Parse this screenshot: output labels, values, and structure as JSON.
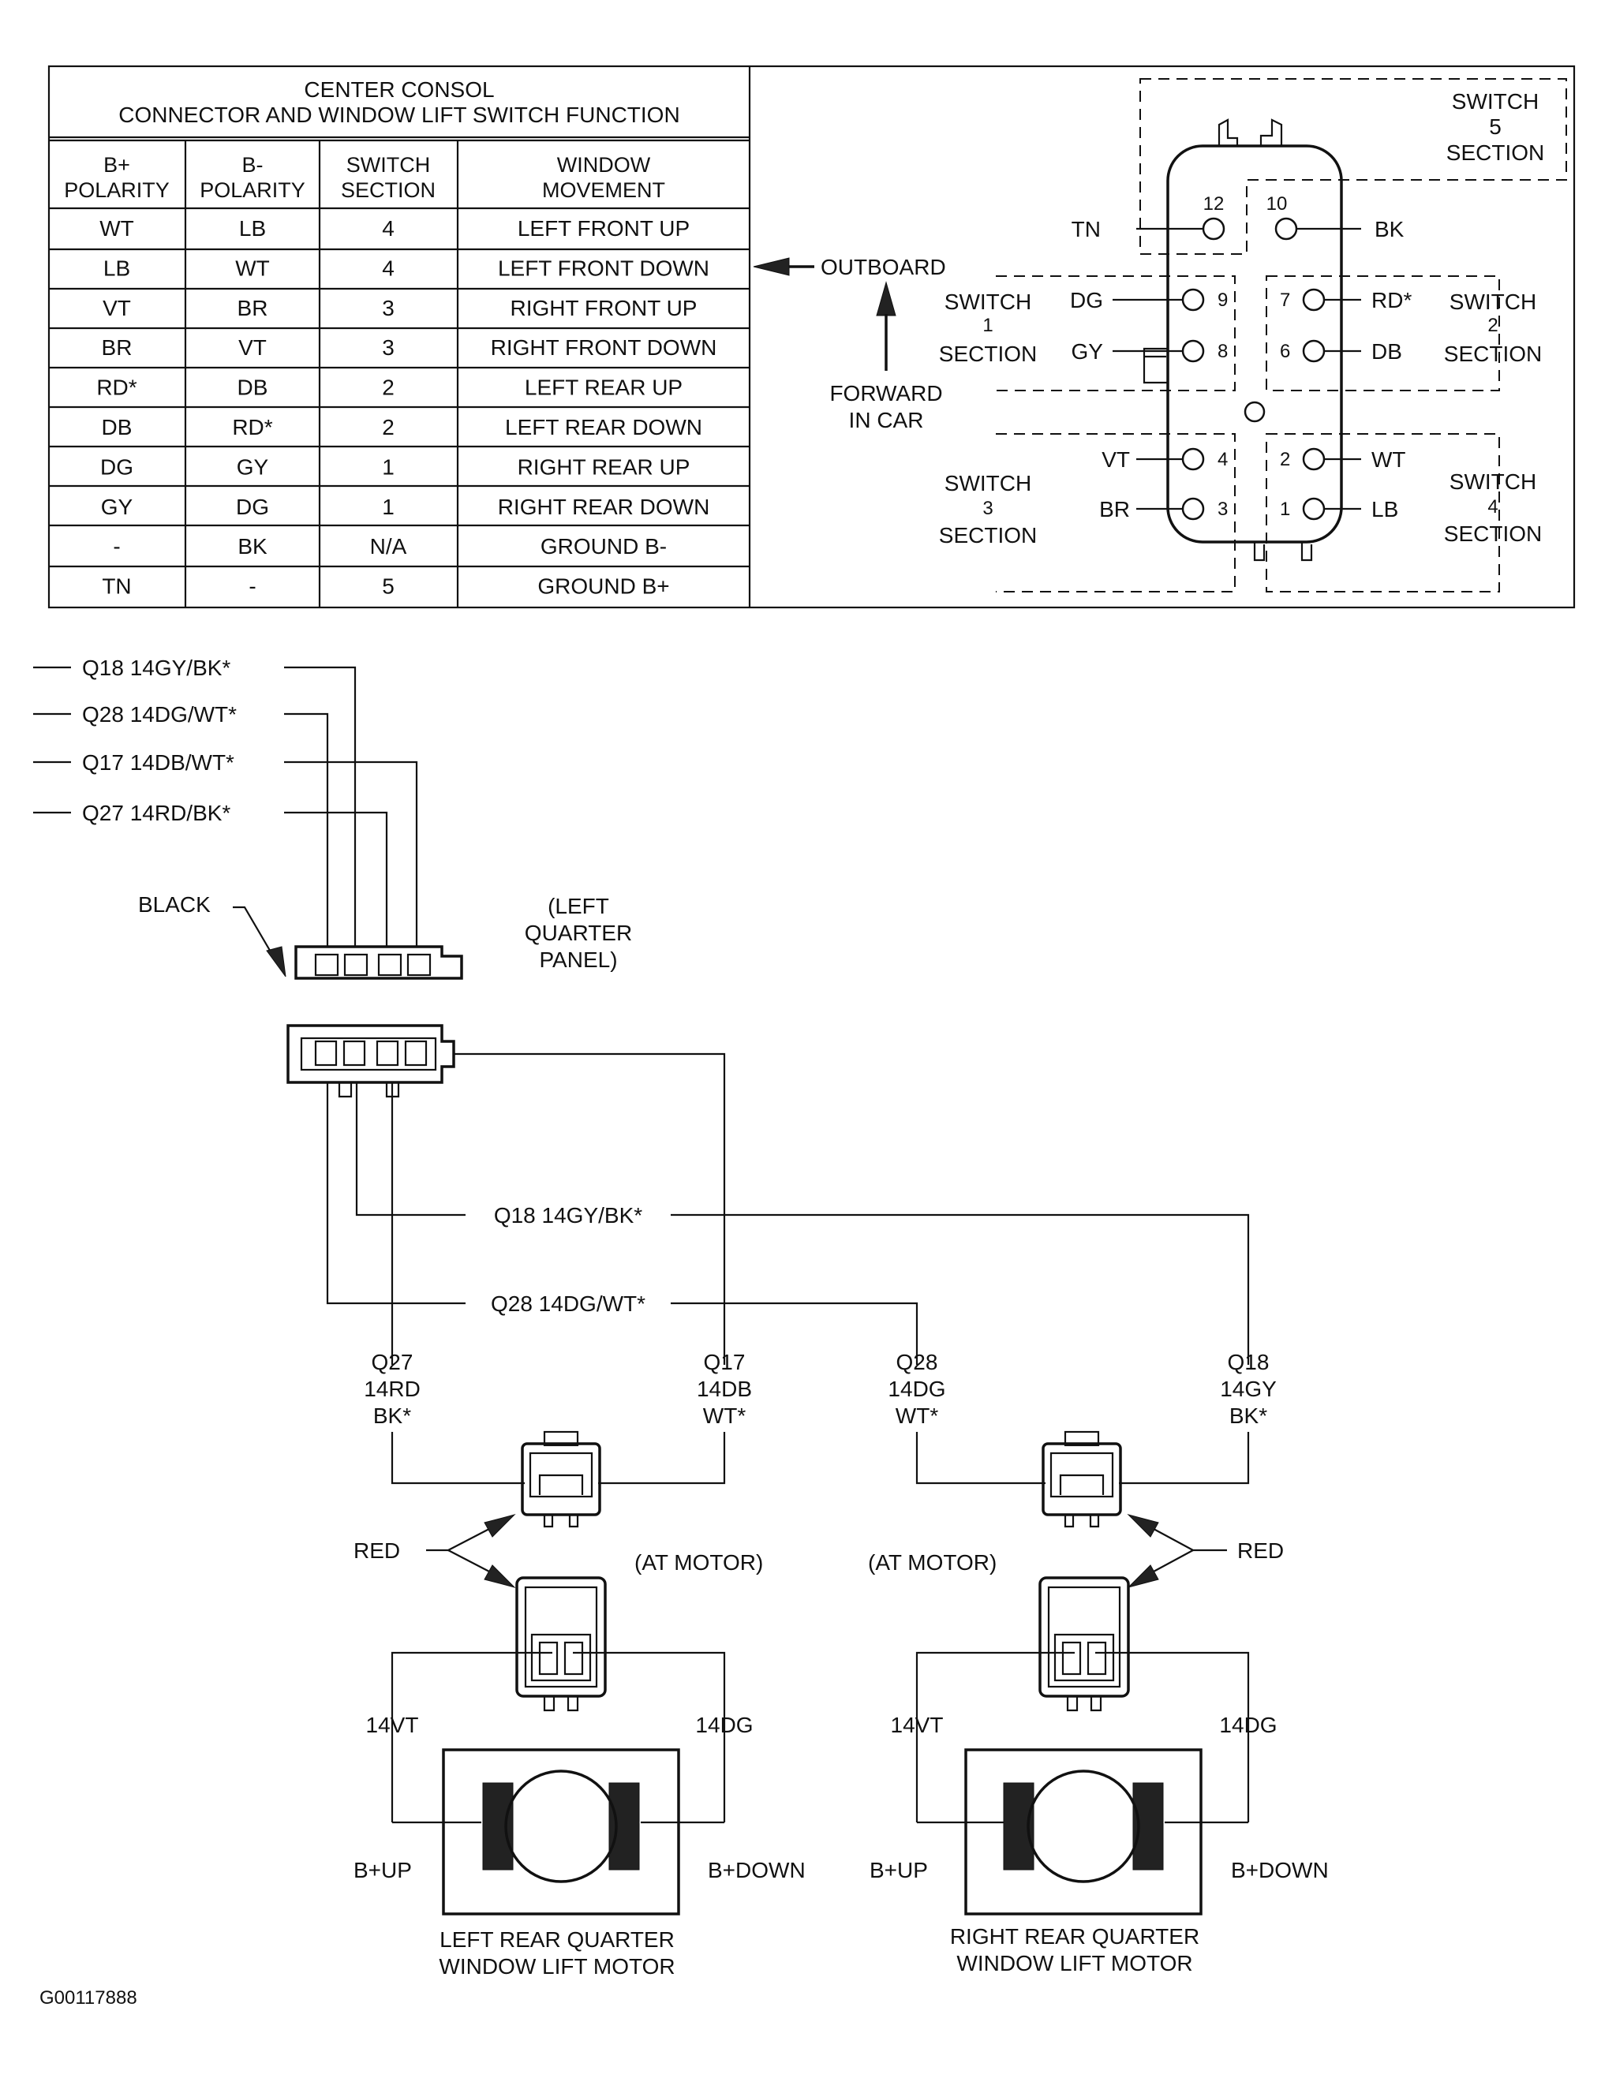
{
  "table": {
    "title_line1": "CENTER CONSOL",
    "title_line2": "CONNECTOR AND WINDOW LIFT SWITCH FUNCTION",
    "headers": [
      [
        "B+",
        "POLARITY"
      ],
      [
        "B-",
        "POLARITY"
      ],
      [
        "SWITCH",
        "SECTION"
      ],
      [
        "WINDOW",
        "MOVEMENT"
      ]
    ],
    "rows": [
      [
        "WT",
        "LB",
        "4",
        "LEFT FRONT UP"
      ],
      [
        "LB",
        "WT",
        "4",
        "LEFT FRONT DOWN"
      ],
      [
        "VT",
        "BR",
        "3",
        "RIGHT FRONT UP"
      ],
      [
        "BR",
        "VT",
        "3",
        "RIGHT FRONT DOWN"
      ],
      [
        "RD*",
        "DB",
        "2",
        "LEFT REAR UP"
      ],
      [
        "DB",
        "RD*",
        "2",
        "LEFT REAR DOWN"
      ],
      [
        "DG",
        "GY",
        "1",
        "RIGHT REAR UP"
      ],
      [
        "GY",
        "DG",
        "1",
        "RIGHT REAR DOWN"
      ],
      [
        "-",
        "BK",
        "N/A",
        "GROUND B-"
      ],
      [
        "TN",
        "-",
        "5",
        "GROUND B+"
      ]
    ]
  },
  "connector_view": {
    "outboard": "OUTBOARD",
    "forward": [
      "FORWARD",
      "IN CAR"
    ],
    "switch_labels": {
      "s5": [
        "SWITCH",
        "5",
        "SECTION"
      ],
      "s1": [
        "SWITCH",
        "1",
        "SECTION"
      ],
      "s2": [
        "SWITCH",
        "2",
        "SECTION"
      ],
      "s3": [
        "SWITCH",
        "3",
        "SECTION"
      ],
      "s4": [
        "SWITCH",
        "4",
        "SECTION"
      ]
    },
    "pins": {
      "p12": "12",
      "p10": "10",
      "p9": "9",
      "p8": "8",
      "p7": "7",
      "p6": "6",
      "p4": "4",
      "p3": "3",
      "p2": "2",
      "p1": "1"
    },
    "wires": {
      "tn": "TN",
      "bk": "BK",
      "dg": "DG",
      "gy": "GY",
      "rd": "RD*",
      "db": "DB",
      "vt": "VT",
      "br": "BR",
      "wt": "WT",
      "lb": "LB"
    }
  },
  "harness": {
    "top_wires": [
      "Q18 14GY/BK*",
      "Q28 14DG/WT*",
      "Q17 14DB/WT*",
      "Q27 14RD/BK*"
    ],
    "black": "BLACK",
    "left_quarter_panel": [
      "(LEFT",
      "QUARTER",
      "PANEL)"
    ],
    "mid_q18": "Q18 14GY/BK*",
    "mid_q28": "Q28 14DG/WT*",
    "left_motor_wires": {
      "a": [
        "Q27",
        "14RD",
        "BK*"
      ],
      "b": [
        "Q17",
        "14DB",
        "WT*"
      ]
    },
    "right_motor_wires": {
      "a": [
        "Q28",
        "14DG",
        "WT*"
      ],
      "b": [
        "Q18",
        "14GY",
        "BK*"
      ]
    },
    "red_left": "RED",
    "red_right": "RED",
    "at_motor_left": "(AT MOTOR)",
    "at_motor_right": "(AT MOTOR)",
    "motor_wire_left": "14VT",
    "motor_wire_right": "14DG",
    "b_up": "B+UP",
    "b_down": "B+DOWN",
    "left_motor_title": [
      "LEFT REAR QUARTER",
      "WINDOW LIFT MOTOR"
    ],
    "right_motor_title": [
      "RIGHT REAR QUARTER",
      "WINDOW LIFT MOTOR"
    ]
  },
  "figure_id": "G00117888"
}
